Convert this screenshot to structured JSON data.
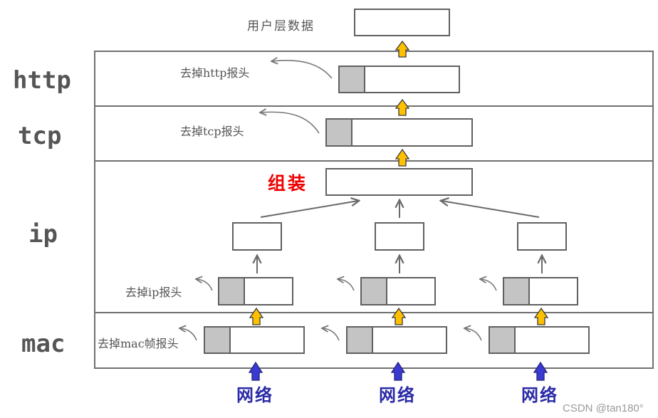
{
  "top_label": "用户层数据",
  "layers": {
    "http": "http",
    "tcp": "tcp",
    "ip": "ip",
    "mac": "mac"
  },
  "notes": {
    "strip_http": "去掉http报头",
    "strip_tcp": "去掉tcp报头",
    "strip_ip": "去掉ip报头",
    "strip_mac": "去掉mac帧报头"
  },
  "assemble_label": "组装",
  "network_label": "网络",
  "watermark": "CSDN @tan180°",
  "colors": {
    "up_arrow": "#ffc000",
    "network_arrow": "#3a3ad0",
    "header_fill": "#c4c4c4",
    "assemble_text": "#ee0000",
    "network_text": "#2a2aa6"
  }
}
